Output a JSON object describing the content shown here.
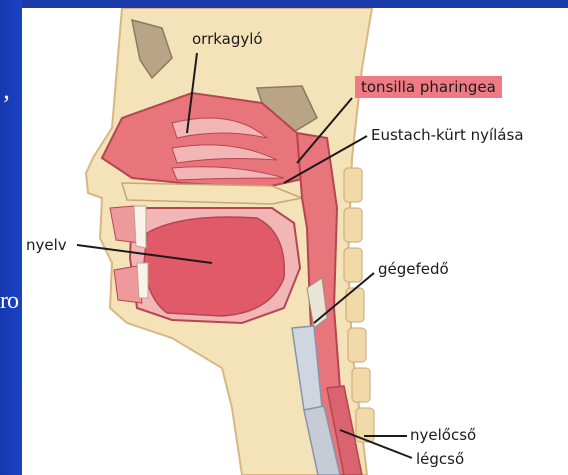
{
  "background_fragments": {
    "quote": "’",
    "text": "ro"
  },
  "labels": {
    "orrkagylo": "orrkagyló",
    "tonsilla": "tonsilla pharingea",
    "eustach": "Eustach-kürt nyílása",
    "nyelv": "nyelv",
    "gegefedo": "gégefedő",
    "nyelocso": "nyelőcső",
    "legcso": "légcső"
  },
  "colors": {
    "background": "#1336b8",
    "skin": "#f4e2b8",
    "tissue": "#e8747c",
    "tissue_light": "#f2b6b6",
    "bone": "#b9a487",
    "highlight": "#f07a84"
  }
}
